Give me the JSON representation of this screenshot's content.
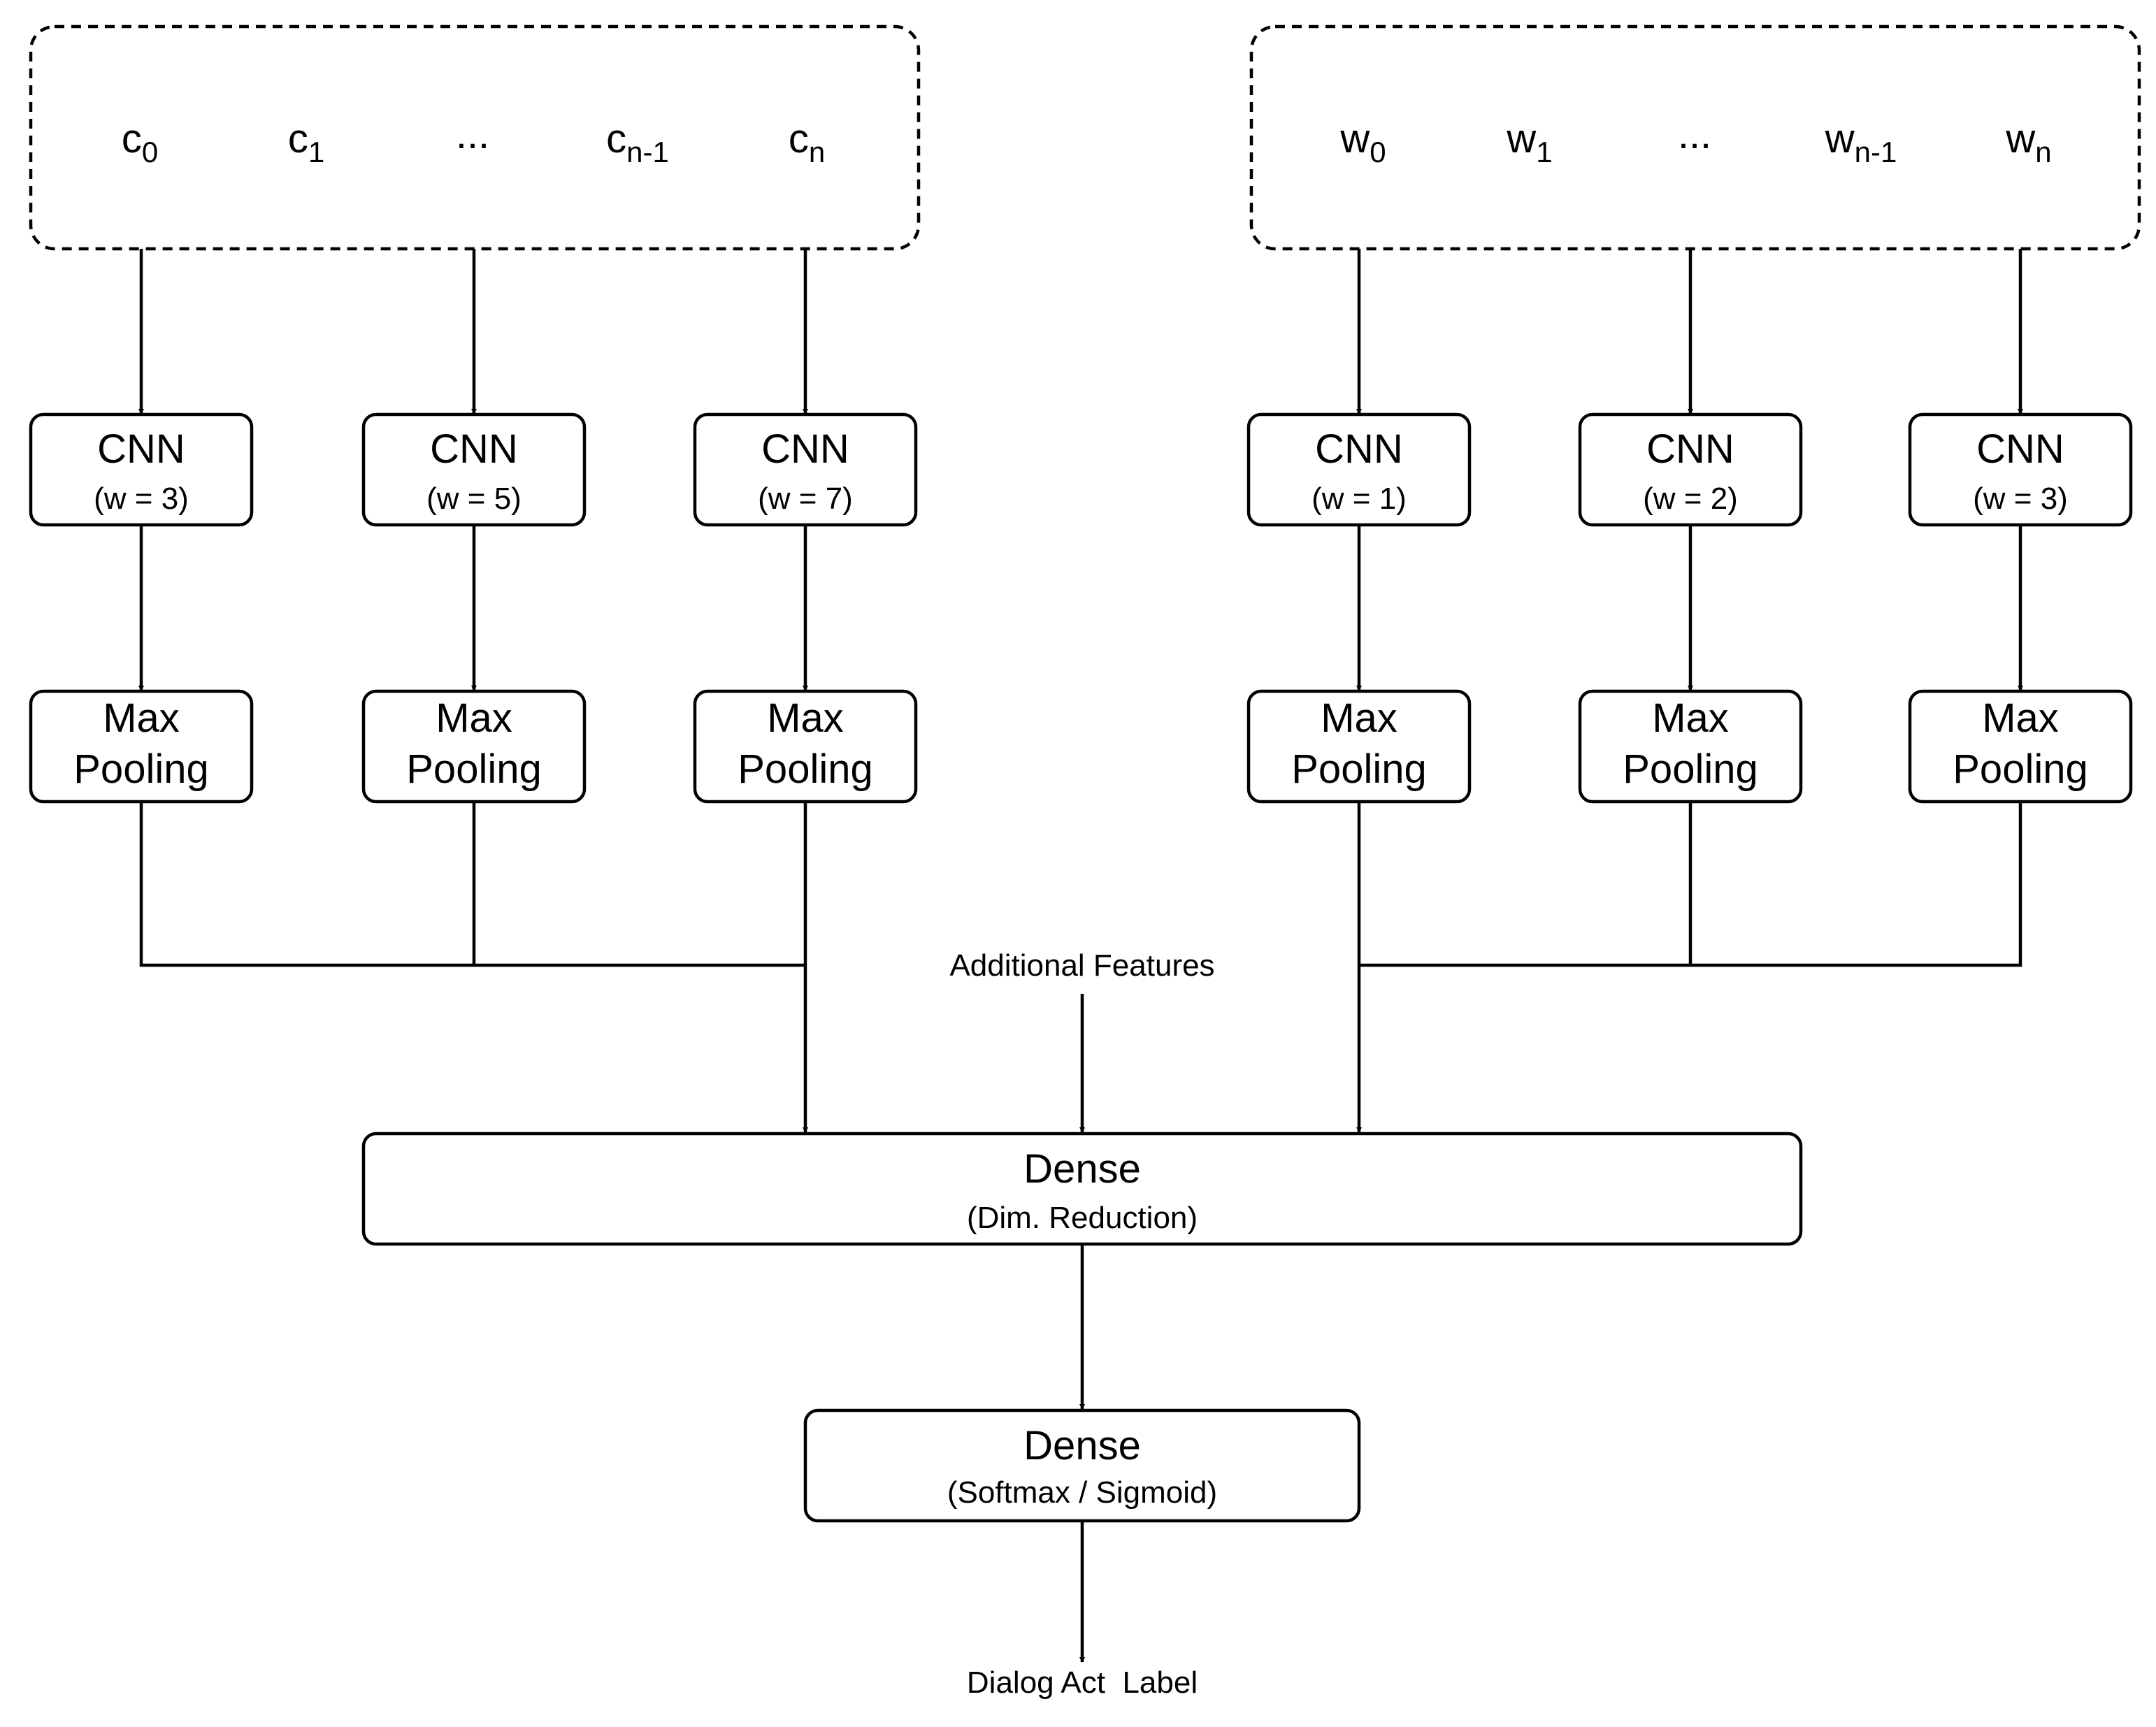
{
  "char_inputs": [
    {
      "base": "c",
      "sub": "0"
    },
    {
      "base": "c",
      "sub": "1"
    },
    {
      "base": "...",
      "sub": ""
    },
    {
      "base": "c",
      "sub": "n-1"
    },
    {
      "base": "c",
      "sub": "n"
    }
  ],
  "word_inputs": [
    {
      "base": "w",
      "sub": "0"
    },
    {
      "base": "w",
      "sub": "1"
    },
    {
      "base": "...",
      "sub": ""
    },
    {
      "base": "w",
      "sub": "n-1"
    },
    {
      "base": "w",
      "sub": "n"
    }
  ],
  "char_cnns": [
    {
      "title": "CNN",
      "param": "(w = 3)"
    },
    {
      "title": "CNN",
      "param": "(w = 5)"
    },
    {
      "title": "CNN",
      "param": "(w = 7)"
    }
  ],
  "word_cnns": [
    {
      "title": "CNN",
      "param": "(w = 1)"
    },
    {
      "title": "CNN",
      "param": "(w = 2)"
    },
    {
      "title": "CNN",
      "param": "(w = 3)"
    }
  ],
  "pooling": {
    "line1": "Max",
    "line2": "Pooling"
  },
  "additional_features": "Additional Features",
  "dense1": {
    "title": "Dense",
    "param": "(Dim. Reduction)"
  },
  "dense2": {
    "title": "Dense",
    "param": "(Softmax / Sigmoid)"
  },
  "output_label": "Dialog Act  Label"
}
